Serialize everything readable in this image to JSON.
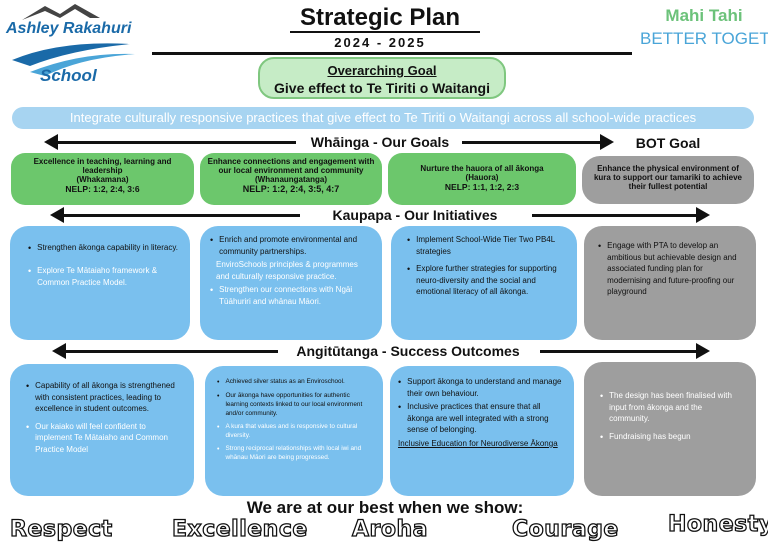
{
  "school": {
    "name": "Ashley Rakahuri",
    "subname": "School"
  },
  "header": {
    "title": "Strategic Plan",
    "years": "2024 - 2025",
    "mahi_tahi": "Mahi Tahi",
    "better_together": "BETTER TOGETHER"
  },
  "overarching_goal": {
    "label": "Overarching Goal",
    "text": "Give effect to Te Tiriti o Waitangi"
  },
  "banner": "Integrate culturally responsive practices that give effect to Te Tiriti o Waitangi across all school-wide practices",
  "sections": {
    "whainga": "Whāinga - Our Goals",
    "bot_goal": "BOT Goal",
    "kaupapa": "Kaupapa - Our Initiatives",
    "angitutanga": "Angitūtanga - Success Outcomes"
  },
  "goals": [
    {
      "title": "Excellence in teaching, learning and leadership",
      "sub": "(Whakamana)",
      "nelp": "NELP: 1:2, 2:4, 3:6"
    },
    {
      "title": "Enhance connections and engagement with our local environment and community",
      "sub": "(Whanaungatanga)",
      "nelp": "NELP: 1:2, 2:4, 3:5, 4:7"
    },
    {
      "title": "Nurture the hauora of all ākonga",
      "sub": "(Hauora)",
      "nelp": "NELP: 1:1, 1:2, 2:3"
    },
    {
      "title": "Enhance the physical environment of kura to support our tamariki to achieve their fullest potential"
    }
  ],
  "initiatives": {
    "col1": [
      "Strengthen ākonga capability in literacy.",
      "Explore Te Mātaiaho framework & Common Practice Model."
    ],
    "col2": [
      "Enrich and promote environmental and community partnerships.",
      "EnviroSchools principles & programmes and culturally responsive practice.",
      "Strengthen our connections with Ngāi Tūāhuriri and whānau Māori."
    ],
    "col3": [
      "Implement School-Wide Tier Two PB4L strategies",
      "Explore further strategies for supporting neuro-diversity and the social and emotional literacy of all ākonga."
    ],
    "col4": [
      "Engage with PTA to develop an ambitious but achievable design and associated funding plan for modernising and future-proofing our playground"
    ]
  },
  "outcomes": {
    "col1": [
      "Capability of all ākonga is strengthened with consistent practices, leading to excellence in student outcomes.",
      "Our kaiako will feel confident to implement Te Mātaiaho and Common Practice Model"
    ],
    "col2": [
      "Achieved silver status as an Enviroschool.",
      "Our ākonga have opportunities for authentic learning contexts linked to our local environment and/or community.",
      "A kura that values and is responsive to cultural diversity.",
      "Strong reciprocal relationships with local iwi and whānau Māori are being progressed."
    ],
    "col3": [
      "Support ākonga to understand and manage their own behaviour.",
      "Inclusive practices that ensure that all ākonga are well integrated with a strong sense of belonging."
    ],
    "col3_link": "Inclusive Education for Neurodiverse Ākonga",
    "col4": [
      "The design has been finalised with input from ākonga and the community.",
      "Fundraising has begun"
    ]
  },
  "motto": "We are at our best when we show:",
  "values": [
    "Respect",
    "Excellence",
    "Aroha",
    "Courage",
    "Honesty"
  ],
  "colors": {
    "green": "#6cc76c",
    "blue": "#7ac0ee",
    "grey": "#9e9e9e",
    "goal_bg": "#c6ecc6"
  }
}
